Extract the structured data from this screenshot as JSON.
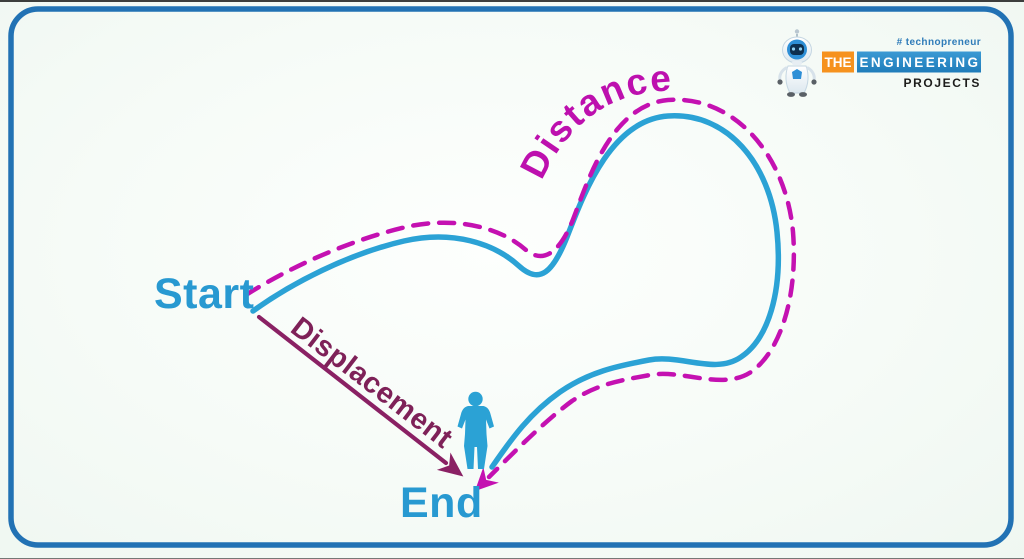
{
  "diagram": {
    "start_label": "Start",
    "end_label": "End",
    "distance_label": "Distance",
    "displacement_label": "Displacement"
  },
  "logo": {
    "tagline": "# technopreneur",
    "the": "THE",
    "engineering": "ENGINEERING",
    "projects": "PROJECTS",
    "robot_icon": "robot-mascot"
  },
  "colors": {
    "path_blue": "#2ba2d5",
    "dash_magenta": "#c411b1",
    "distance_magenta": "#bd10ae",
    "displacement_purple": "#8a2164",
    "displacement_text": "#7e2158",
    "label_blue": "#2899d1",
    "border_blue": "#2272b4",
    "logo_orange": "#f6921e",
    "logo_blue": "#2787c6",
    "logo_dark": "#1d1d1b",
    "tagline_blue": "#2f7cb9"
  }
}
